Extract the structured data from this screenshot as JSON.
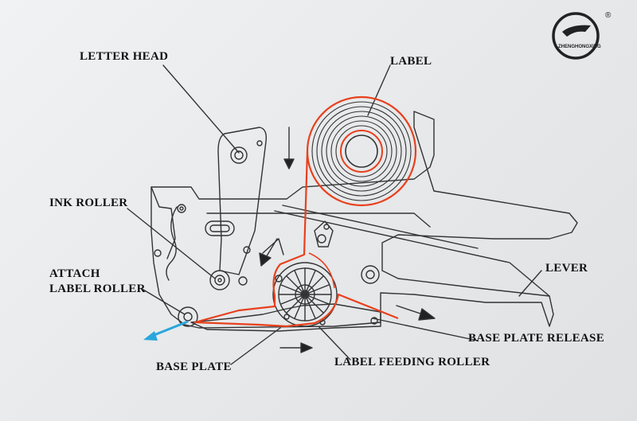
{
  "labels": {
    "letter_head": "LETTER HEAD",
    "label": "LABEL",
    "ink_roller": "INK ROLLER",
    "attach_line1": "ATTACH",
    "attach_line2": "LABEL ROLLER",
    "lever": "LEVER",
    "base_plate_release": "BASE PLATE  RELEASE",
    "base_plate": "BASE PLATE",
    "label_feeding_roller": "LABEL FEEDING ROLLER"
  },
  "logo": {
    "text": "ZHENGHONGXING",
    "registered": "®"
  },
  "colors": {
    "line": "#333333",
    "label_path": "#e8401c",
    "output_arrow": "#2aa6dc"
  }
}
